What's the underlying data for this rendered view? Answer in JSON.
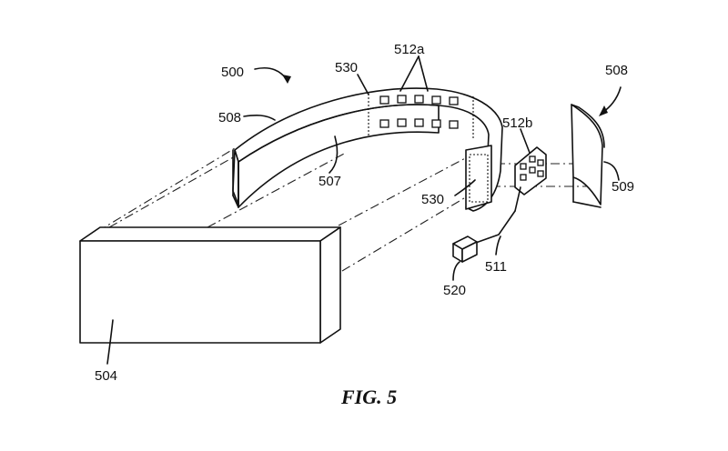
{
  "labels": {
    "l500": "500",
    "l530_top": "530",
    "l512a": "512a",
    "l508_left": "508",
    "l508_right": "508",
    "l507": "507",
    "l512b": "512b",
    "l530_bottom": "530",
    "l509": "509",
    "l511": "511",
    "l520": "520",
    "l504": "504"
  },
  "caption": "FIG. 5"
}
